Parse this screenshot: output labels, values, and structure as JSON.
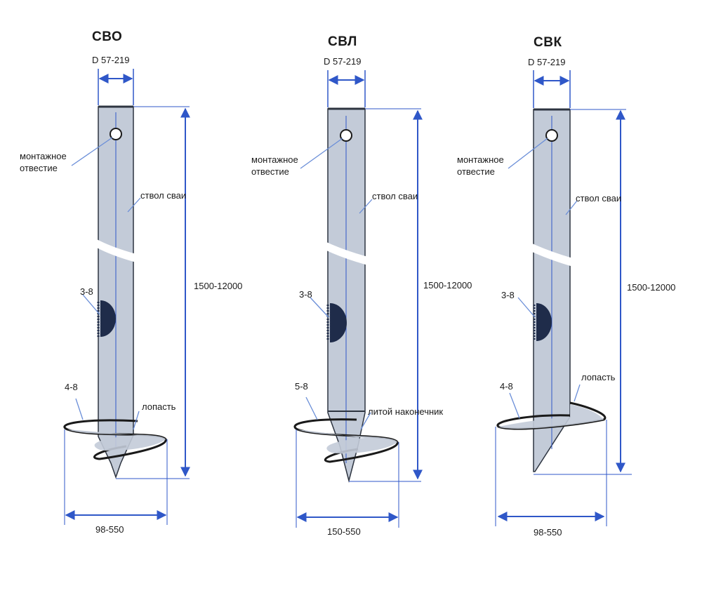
{
  "piles": [
    {
      "title": "СВО",
      "diameter": "D 57-219",
      "hole_label": "монтажное отвестие",
      "shaft_label": "ствол сваи",
      "wall_label": "3-8",
      "blade_thickness": "4-8",
      "blade_label": "лопасть",
      "length": "1500-12000",
      "blade_diameter": "98-550"
    },
    {
      "title": "СВЛ",
      "diameter": "D 57-219",
      "hole_label": "монтажное отвестие",
      "shaft_label": "ствол сваи",
      "wall_label": "3-8",
      "blade_thickness": "5-8",
      "blade_label": "литой наконечник",
      "length": "1500-12000",
      "blade_diameter": "150-550"
    },
    {
      "title": "СВК",
      "diameter": "D 57-219",
      "hole_label": "монтажное отвестие",
      "shaft_label": "ствол сваи",
      "wall_label": "3-8",
      "blade_thickness": "4-8",
      "blade_label": "лопасть",
      "length": "1500-12000",
      "blade_diameter": "98-550"
    }
  ],
  "colors": {
    "shaft_fill": "#c3cbd8",
    "shaft_stroke": "#2d3440",
    "dimension_line": "#2f57c8",
    "leader_line": "#6a8ed8",
    "weld_fill": "#1f2c4a"
  }
}
